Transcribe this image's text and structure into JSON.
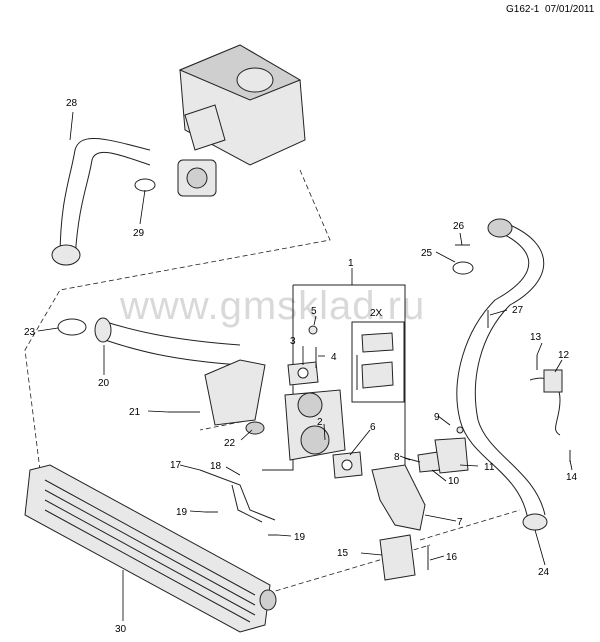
{
  "header": {
    "code": "G162-1",
    "date": "07/01/2011"
  },
  "watermark": "www.gmsklad.ru",
  "group_label": "2X",
  "callouts": [
    "1",
    "2",
    "3",
    "4",
    "5",
    "6",
    "7",
    "8",
    "9",
    "10",
    "11",
    "12",
    "13",
    "14",
    "15",
    "16",
    "17",
    "18",
    "19",
    "20",
    "21",
    "22",
    "23",
    "24",
    "25",
    "26",
    "27",
    "28",
    "29",
    "30"
  ]
}
